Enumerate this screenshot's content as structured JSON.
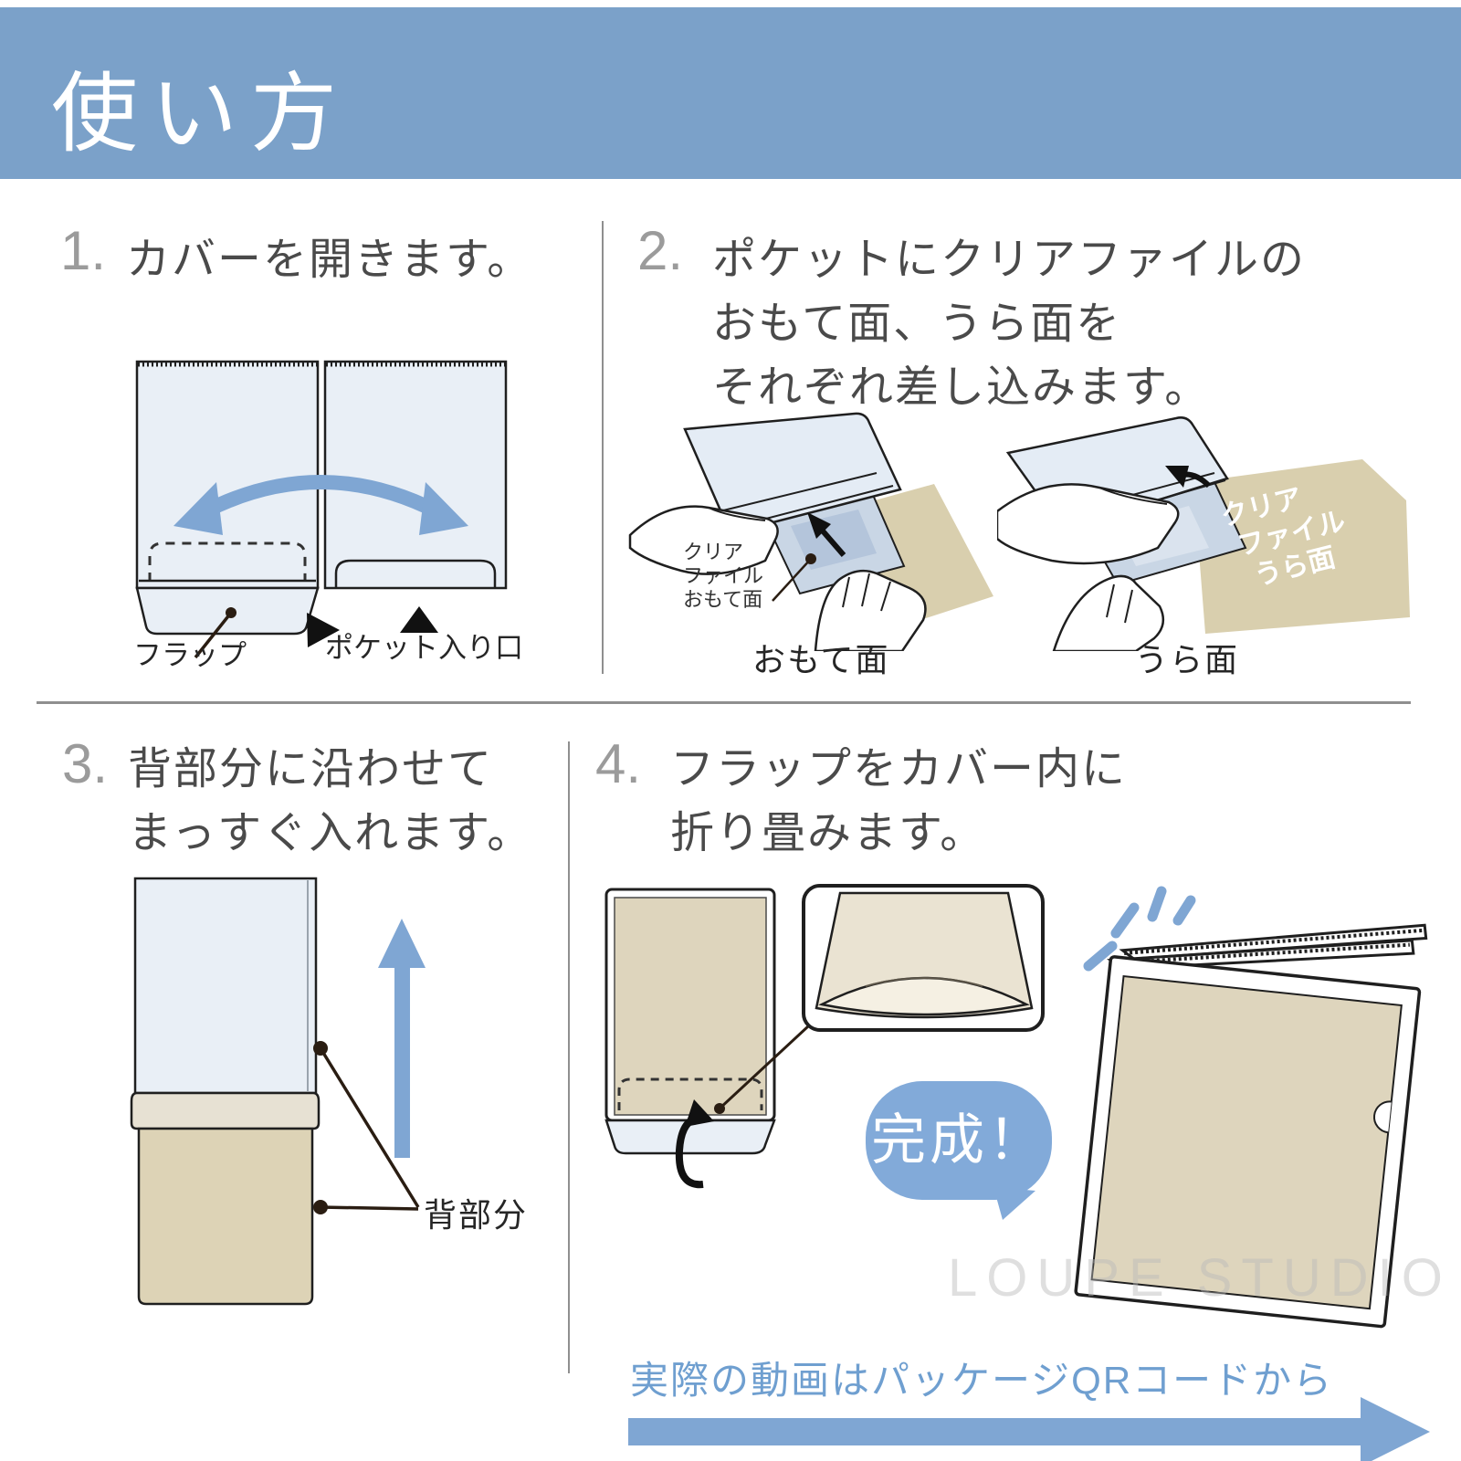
{
  "header": {
    "title": "使い方"
  },
  "steps": {
    "step1": {
      "number": "1.",
      "title": "カバーを開きます。",
      "labels": {
        "flap": "フラップ",
        "pocket_entrance": "ポケット入り口"
      }
    },
    "step2": {
      "number": "2.",
      "title_lines": [
        "ポケットにクリアファイルの",
        "おもて面、うら面を",
        "それぞれ差し込みます。"
      ],
      "front": {
        "callout_lines": [
          "クリア",
          "ファイル",
          "おもて面"
        ],
        "caption": "おもて面"
      },
      "back": {
        "file_text_lines": [
          "クリア",
          "ファイル",
          "うら面"
        ],
        "caption": "うら面"
      }
    },
    "step3": {
      "number": "3.",
      "title_lines": [
        "背部分に沿わせて",
        "まっすぐ入れます。"
      ],
      "label_spine": "背部分"
    },
    "step4": {
      "number": "4.",
      "title_lines": [
        "フラップをカバー内に",
        "折り畳みます。"
      ],
      "bubble": "完成！",
      "footer_note": "実際の動画はパッケージQRコードから"
    }
  },
  "watermark": "LOUPE STUDIO",
  "colors": {
    "accent_blue": "#7ba1c9",
    "arrow_blue": "#7fa6d3",
    "bubble_blue": "#82aad9",
    "panel_light_blue": "#e9eff6",
    "cover_sheet_blue": "#e4ecf5",
    "pocket_sheet_blue": "#c9d6e5",
    "file_tan": "#d9cfae",
    "inner_tan": "#ded5bd",
    "band_gray": "#e7e1d3",
    "outline": "#1f1f1f",
    "divider_gray": "#8f8f8f",
    "number_gray": "#9b9b9b",
    "text_gray": "#4a4a4a",
    "footer_blue": "#6f9fd0"
  }
}
